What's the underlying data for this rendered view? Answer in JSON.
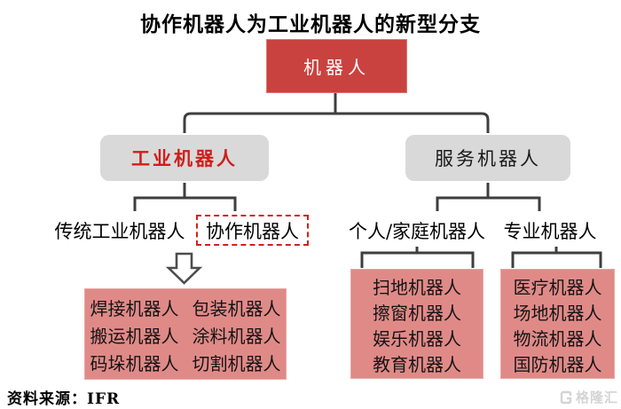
{
  "title": "协作机器人为工业机器人的新型分支",
  "tree": {
    "root": "机器人",
    "industrial": "工业机器人",
    "service": "服务机器人",
    "traditional": "传统工业机器人",
    "collaborative": "协作机器人",
    "personal": "个人/家庭机器人",
    "professional": "专业机器人",
    "industrial_types": [
      [
        "焊接机器人",
        "包装机器人"
      ],
      [
        "搬运机器人",
        "涂料机器人"
      ],
      [
        "码垛机器人",
        "切割机器人"
      ]
    ],
    "personal_types": [
      "扫地机器人",
      "擦窗机器人",
      "娱乐机器人",
      "教育机器人"
    ],
    "professional_types": [
      "医疗机器人",
      "场地机器人",
      "物流机器人",
      "国防机器人"
    ]
  },
  "footer": {
    "source": "资料来源：IFR",
    "watermark": "格隆汇"
  },
  "colors": {
    "root_red": "#ca423f",
    "pink": "#e08a88",
    "gray_box": "#d9d9d9",
    "red_text": "#cf1e1b",
    "dashed_border": "#d2201e",
    "line": "#3e3e3e",
    "watermark_gray": "#d4d4d4"
  }
}
